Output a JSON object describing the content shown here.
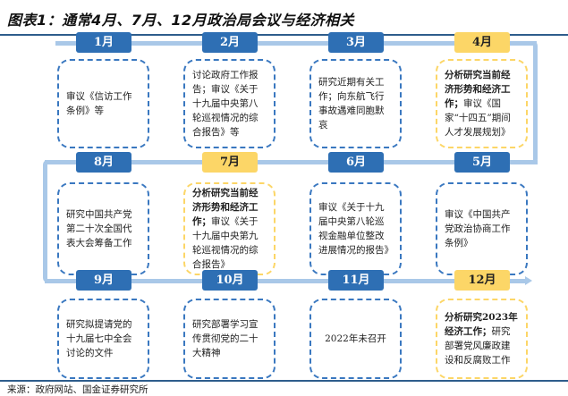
{
  "title": "图表1：通常4月、7月、12月政治局会议与经济相关",
  "source": "来源：政府网站、国金证券研究所",
  "months": [
    {
      "label": "1月",
      "bold": "",
      "text": "审议《信访工作条例》等"
    },
    {
      "label": "2月",
      "bold": "",
      "text": "讨论政府工作报告；审议《关于十九届中央第八轮巡视情况的综合报告》等"
    },
    {
      "label": "3月",
      "bold": "",
      "text": "研究近期有关工作；向东航飞行事故遇难同胞默哀"
    },
    {
      "label": "4月",
      "bold": "分析研究当前经济形势和经济工作；",
      "text": "审议《国家“十四五”期间人才发展规划》"
    },
    {
      "label": "5月",
      "bold": "",
      "text": "审议《中国共产党政治协商工作条例》"
    },
    {
      "label": "6月",
      "bold": "",
      "text": "审议《关于十九届中央第八轮巡视金融单位整改进展情况的报告》"
    },
    {
      "label": "7月",
      "bold": "分析研究当前经济形势和经济工作；",
      "text": "审议《关于十九届中央第九轮巡视情况的综合报告》"
    },
    {
      "label": "8月",
      "bold": "",
      "text": "研究中国共产党第二十次全国代表大会筹备工作"
    },
    {
      "label": "9月",
      "bold": "",
      "text": "研究拟提请党的十九届七中全会讨论的文件"
    },
    {
      "label": "10月",
      "bold": "",
      "text": "研究部署学习宣传贯彻党的二十大精神"
    },
    {
      "label": "11月",
      "bold": "",
      "text": "2022年未召开"
    },
    {
      "label": "12月",
      "bold": "分析研究2023年经济工作；",
      "text": "研究部署党风廉政建设和反腐败工作"
    }
  ]
}
